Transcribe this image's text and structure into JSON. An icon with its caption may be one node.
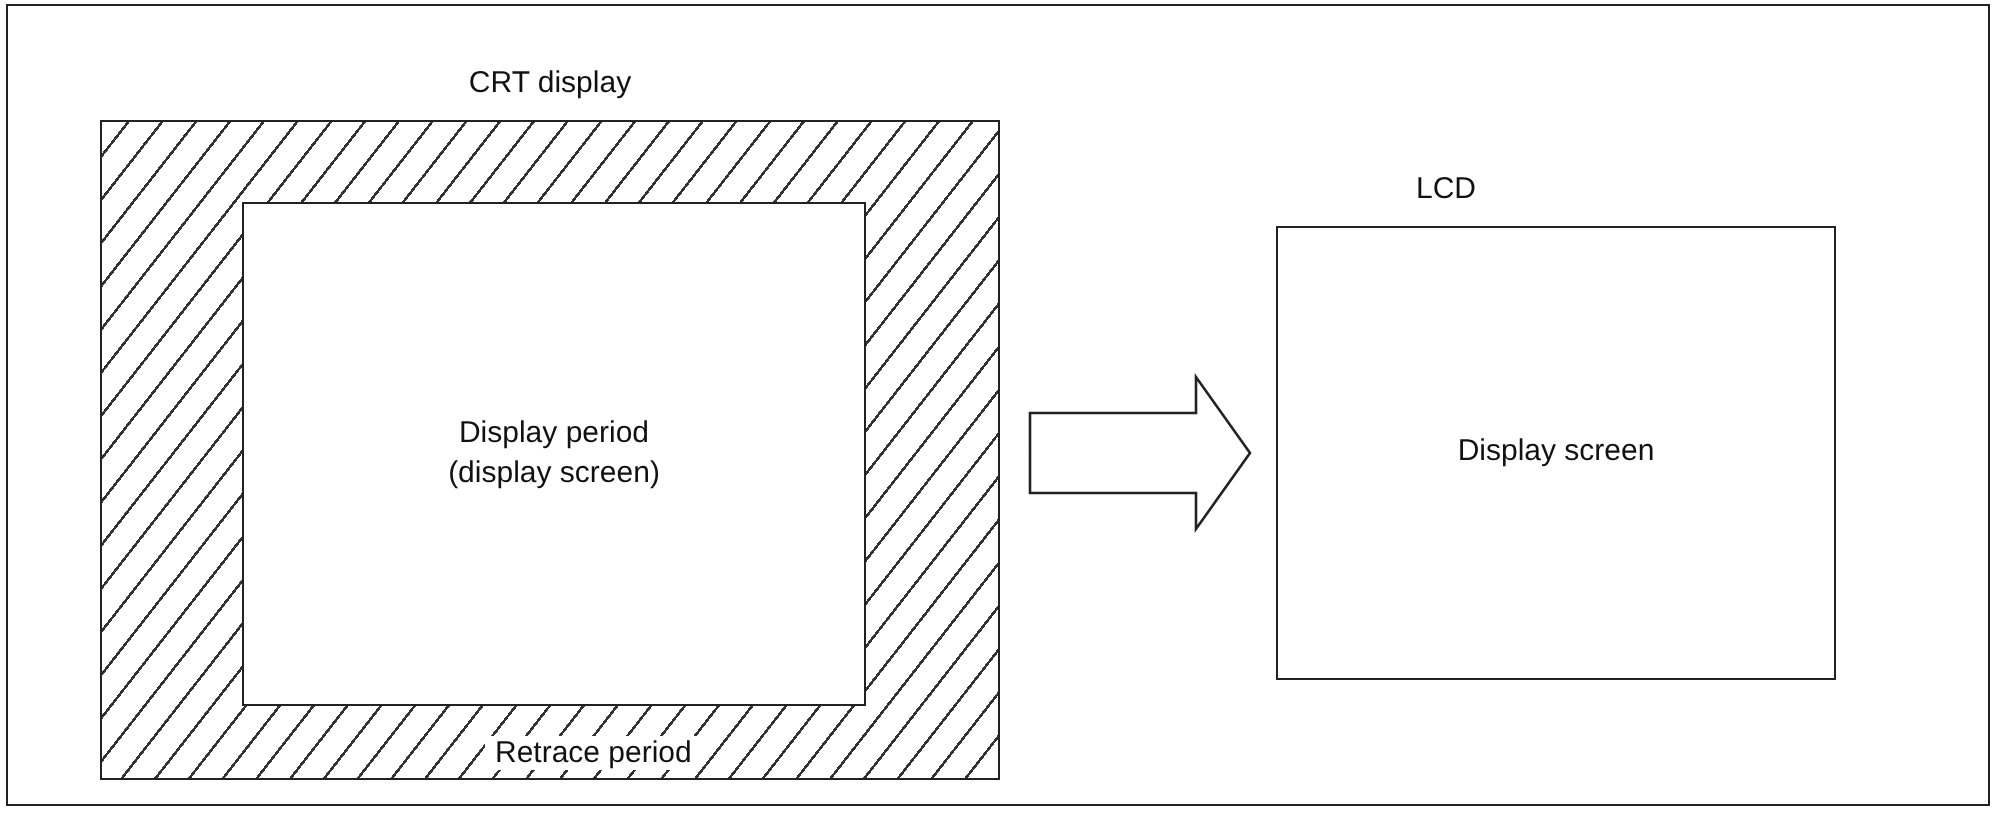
{
  "diagram": {
    "nodes": [
      {
        "text": [
          "CRT display",
          "Retrace period"
        ]
      },
      {
        "text": [
          "Display period (display screen)"
        ],
        "in": 0
      },
      {
        "text": [
          "LCD",
          "Display screen"
        ]
      }
    ],
    "edges": [
      {
        "from": 0,
        "to": 2,
        "arrow": "to"
      }
    ]
  }
}
